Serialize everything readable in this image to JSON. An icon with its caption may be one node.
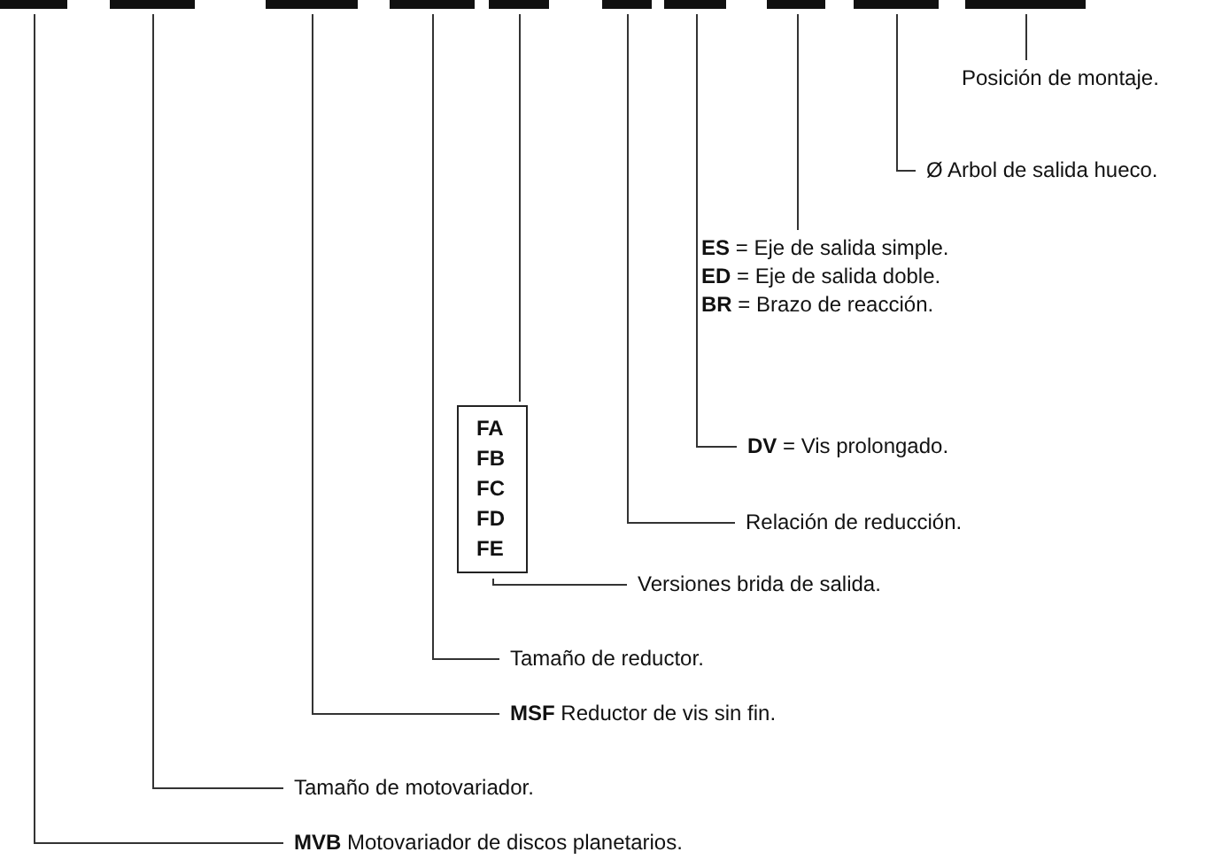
{
  "diagram": {
    "nodes": [
      {
        "text": [],
        "shape": "bar"
      },
      {
        "text": [],
        "shape": "bar"
      },
      {
        "text": [],
        "shape": "bar"
      },
      {
        "text": [],
        "shape": "bar"
      },
      {
        "text": [],
        "shape": "bar"
      },
      {
        "text": [],
        "shape": "bar"
      },
      {
        "text": [],
        "shape": "bar"
      },
      {
        "text": [],
        "shape": "bar"
      },
      {
        "text": [],
        "shape": "bar"
      },
      {
        "text": [],
        "shape": "bar"
      },
      {
        "text": [
          "Posición de montaje."
        ]
      },
      {
        "text": [
          "Ø Arbol de salida hueco."
        ]
      },
      {
        "text": [
          "**ES** = Eje de salida simple.",
          "**ED** = Eje de salida doble.",
          "**BR** = Brazo de reacción."
        ]
      },
      {
        "text": [
          "FA",
          "FB",
          "FC",
          "FD",
          "FE"
        ]
      },
      {
        "text": [
          "**DV** = Vis prolongado."
        ]
      },
      {
        "text": [
          "Relación de reducción."
        ]
      },
      {
        "text": [
          "Versiones brida de salida."
        ]
      },
      {
        "text": [
          "Tamaño de reductor."
        ]
      },
      {
        "text": [
          "**MSF** Reductor de vis sin fin."
        ]
      },
      {
        "text": [
          "Tamaño de motovariador."
        ]
      },
      {
        "text": [
          "**MVB** Motovariador de discos planetarios."
        ]
      }
    ],
    "edges": [
      {
        "from": 9,
        "to": 10,
        "arrow": "none"
      },
      {
        "from": 8,
        "to": 11,
        "arrow": "none"
      },
      {
        "from": 7,
        "to": 12,
        "arrow": "none"
      },
      {
        "from": 4,
        "to": 13,
        "arrow": "none"
      },
      {
        "from": 6,
        "to": 14,
        "arrow": "none"
      },
      {
        "from": 5,
        "to": 15,
        "arrow": "none"
      },
      {
        "from": 13,
        "to": 16,
        "arrow": "none"
      },
      {
        "from": 3,
        "to": 17,
        "arrow": "none"
      },
      {
        "from": 2,
        "to": 18,
        "arrow": "none"
      },
      {
        "from": 1,
        "to": 19,
        "arrow": "none"
      },
      {
        "from": 0,
        "to": 20,
        "arrow": "none"
      }
    ]
  }
}
